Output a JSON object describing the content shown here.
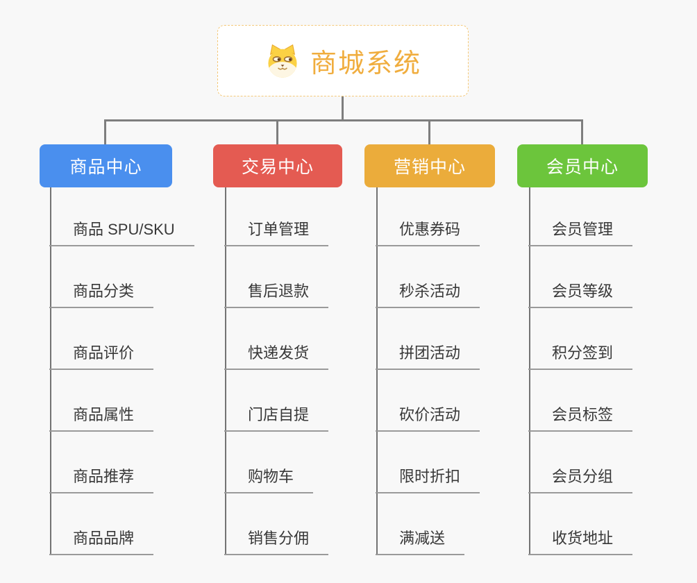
{
  "page": {
    "background": "#f8f8f8",
    "connector_color": "#7e7e7e",
    "underline_color": "#9a9a9a"
  },
  "root": {
    "title": "商城系统",
    "icon": "shiba-dog-icon",
    "title_color": "#f0ad3e",
    "border_color": "#f4c878"
  },
  "branches": [
    {
      "label": "商品中心",
      "color": "#4a8fee",
      "children": [
        "商品 SPU/SKU",
        "商品分类",
        "商品评价",
        "商品属性",
        "商品推荐",
        "商品品牌"
      ]
    },
    {
      "label": "交易中心",
      "color": "#e45b52",
      "children": [
        "订单管理",
        "售后退款",
        "快递发货",
        "门店自提",
        "购物车",
        "销售分佣"
      ]
    },
    {
      "label": "营销中心",
      "color": "#ebac3b",
      "children": [
        "优惠券码",
        "秒杀活动",
        "拼团活动",
        "砍价活动",
        "限时折扣",
        "满减送"
      ]
    },
    {
      "label": "会员中心",
      "color": "#6cc53c",
      "children": [
        "会员管理",
        "会员等级",
        "积分签到",
        "会员标签",
        "会员分组",
        "收货地址"
      ]
    }
  ]
}
